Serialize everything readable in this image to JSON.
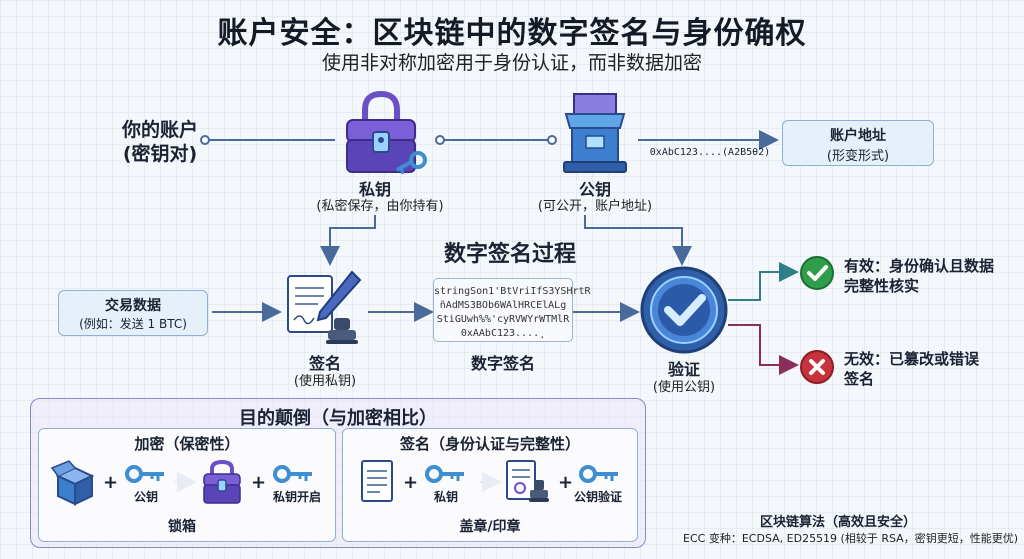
{
  "header": {
    "title": "账户安全：区块链中的数字签名与身份确权",
    "subtitle": "使用非对称加密用于身份认证，而非数据加密"
  },
  "account": {
    "line1": "你的账户",
    "line2": "(密钥对)"
  },
  "private_key": {
    "label": "私钥",
    "sub": "(私密保存，由你持有)"
  },
  "public_key": {
    "label": "公钥",
    "sub": "(可公开，账户地址)"
  },
  "address": {
    "value": "0xAbC123....(A2B5θ2)",
    "box_line1": "账户地址",
    "box_line2": "(形变形式)"
  },
  "process": {
    "title": "数字签名过程"
  },
  "transaction": {
    "line1": "交易数据",
    "line2": "(例如：发送 1 BTC)"
  },
  "sign": {
    "label": "签名",
    "sub": "(使用私钥)"
  },
  "signature": {
    "lines": [
      "stringSon1'BtVriIfS3YSHrtR",
      "ñAdMS3BOb6WAlHRCElALg",
      "StiGUwh%%'cyRVWYrWTMlR",
      "0xAAbC123....¸"
    ],
    "label": "数字签名"
  },
  "verify": {
    "label": "验证",
    "sub": "(使用公钥)"
  },
  "outcomes": {
    "valid_line1": "有效：身份确认且数据",
    "valid_line2": "完整性核实",
    "invalid_line1": "无效：已篡改或错误",
    "invalid_line2": "签名"
  },
  "purpose": {
    "title": "目的颠倒（与加密相比）",
    "encrypt": {
      "title": "加密（保密性）",
      "public_key": "公钥",
      "private_key_open": "私钥开启",
      "bottom": "锁箱"
    },
    "signing": {
      "title": "签名（身份认证与完整性）",
      "private_key": "私钥",
      "public_key_verify": "公钥验证",
      "bottom": "盖章/印章"
    },
    "plus": "+"
  },
  "algorithm": {
    "title": "区块链算法（高效且安全）",
    "sub": "ECC 变种：ECDSA, ED25519 (相较于 RSA，密钥更短，性能更优)"
  },
  "colors": {
    "arrow": "#4a6a9a",
    "valid_green": "#2e9e4a",
    "invalid_red": "#c8323c",
    "chest_purple": "#6a4fc7",
    "key_blue": "#3d8fd1"
  }
}
